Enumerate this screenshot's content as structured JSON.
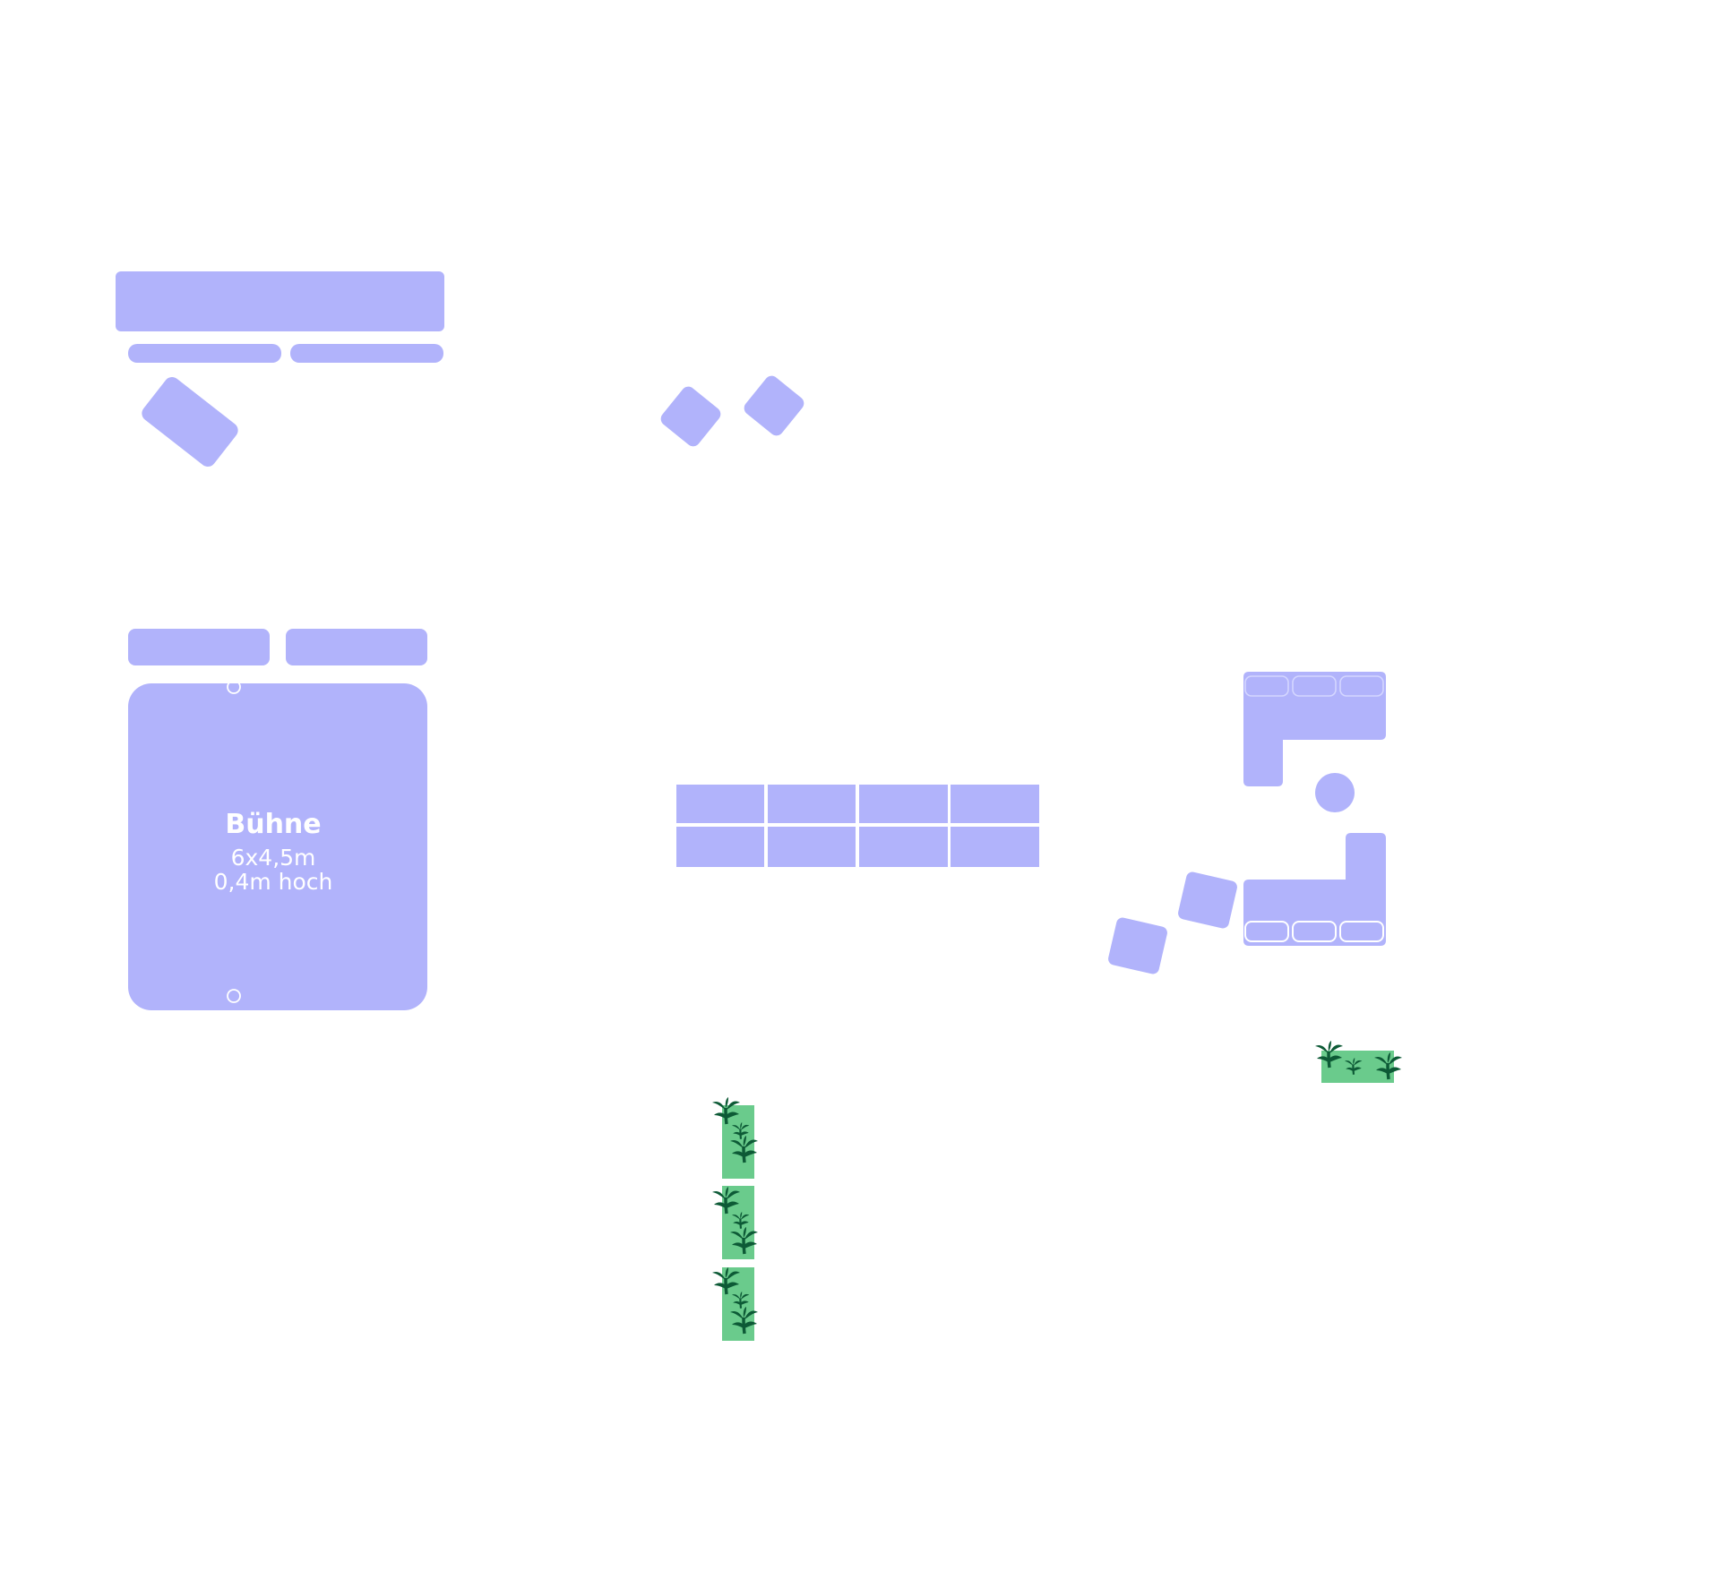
{
  "colors": {
    "furniture": "#b1b3fb",
    "planter": "#6acb8c",
    "plant": "#0d5a36",
    "background": "#ffffff",
    "label": "#ffffff"
  },
  "icons": {
    "plant": "plant-icon",
    "marker": "circle-marker-icon"
  },
  "stage": {
    "title": "Bühne",
    "dimensions": "6x4,5m",
    "height": "0,4m hoch"
  }
}
